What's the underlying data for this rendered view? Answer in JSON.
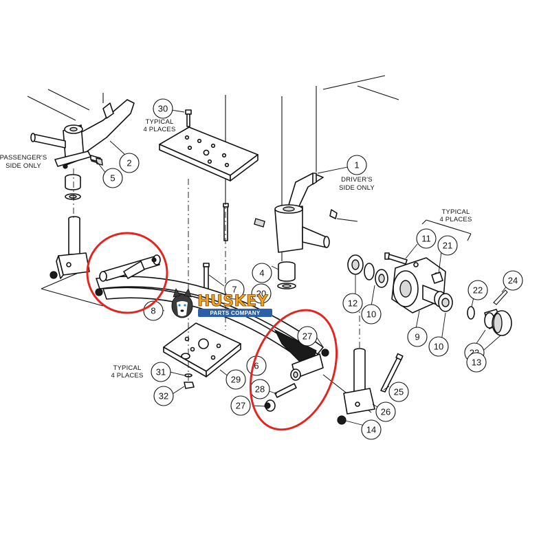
{
  "notes": {
    "passenger_side_line1": "PASSENGER'S",
    "passenger_side_line2": "SIDE ONLY",
    "driver_side_line1": "DRIVER'S",
    "driver_side_line2": "SIDE ONLY",
    "typical": "TYPICAL",
    "four_places": "4 PLACES"
  },
  "logo": {
    "name": "HUSKEY",
    "subtitle": "PARTS COMPANY",
    "colors": {
      "primary": "#f2a21b",
      "banner": "#2b5fa8"
    }
  },
  "highlight_color": "#e3241f",
  "callouts": {
    "c1": "1",
    "c2": "2",
    "c4": "4",
    "c5": "5",
    "c6": "6",
    "c7": "7",
    "c8": "8",
    "c9": "9",
    "c10a": "10",
    "c10b": "10",
    "c11": "11",
    "c12": "12",
    "c13": "13",
    "c14": "14",
    "c20": "20",
    "c21": "21",
    "c22": "22",
    "c23": "23",
    "c24": "24",
    "c25": "25",
    "c26": "26",
    "c27a": "27",
    "c27b": "27",
    "c28": "28",
    "c29": "29",
    "c30": "30",
    "c31": "31",
    "c32": "32"
  }
}
